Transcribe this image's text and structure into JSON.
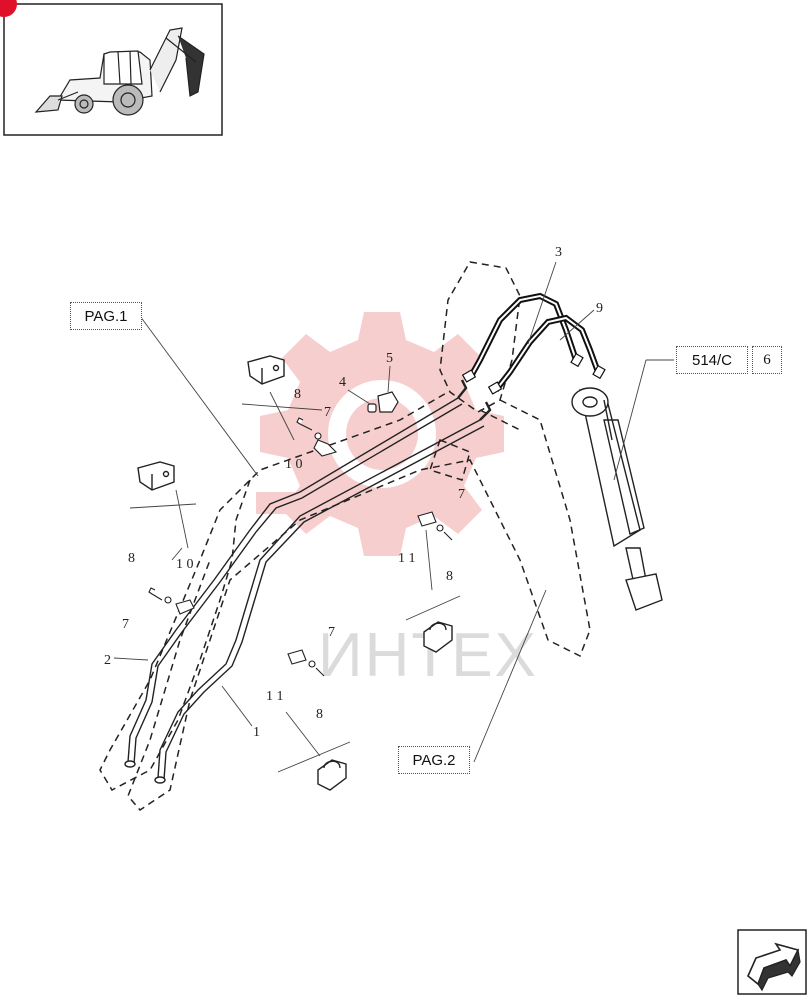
{
  "watermark": {
    "text": "ИНТЕХ",
    "color": "#d8d8d8",
    "gear_color": "#f6c9c9"
  },
  "references": {
    "pag1": "PAG.1",
    "pag2": "PAG.2",
    "ref514": "514/C",
    "ref6": "6"
  },
  "callouts": {
    "c1": "1",
    "c2": "2",
    "c3": "3",
    "c4": "4",
    "c5": "5",
    "c7a": "7",
    "c7b": "7",
    "c7c": "7",
    "c7d": "7",
    "c8a": "8",
    "c8b": "8",
    "c8c": "8",
    "c8d": "8",
    "c9": "9",
    "c10a": "1 0",
    "c10b": "1 0",
    "c11a": "1 1",
    "c11b": "1 1"
  },
  "icons": {
    "thumbnail": "backhoe-loader-icon",
    "nav": "next-page-arrow-icon",
    "corner_badge": "red-badge-icon"
  },
  "colors": {
    "line": "#222222",
    "badge": "#e0102a"
  }
}
